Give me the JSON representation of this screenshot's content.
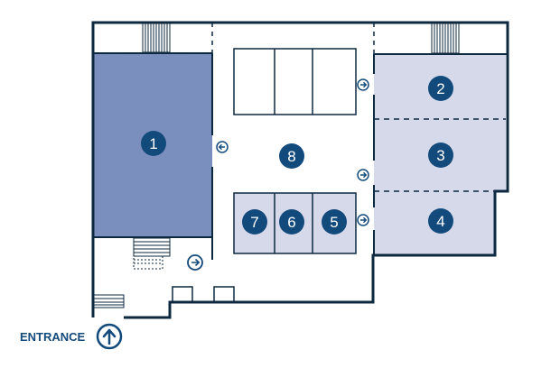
{
  "colors": {
    "wall": "#0d2940",
    "badge": "#134a7c",
    "room_dark": "#7b8fbf",
    "room_light": "#d5d9ea",
    "entrance": "#134a7c"
  },
  "rooms": [
    {
      "number": "1",
      "shade": "room_dark"
    },
    {
      "number": "2",
      "shade": "room_light"
    },
    {
      "number": "3",
      "shade": "room_light"
    },
    {
      "number": "4",
      "shade": "room_light"
    },
    {
      "number": "5",
      "shade": "room_light"
    },
    {
      "number": "6",
      "shade": "room_light"
    },
    {
      "number": "7",
      "shade": "room_light"
    },
    {
      "number": "8",
      "shade": "none"
    }
  ],
  "entrance": {
    "label": "ENTRANCE",
    "icon": "arrow-up-circle-icon"
  },
  "door_icons": [
    "arrow-left-circle-icon",
    "arrow-right-circle-icon"
  ]
}
